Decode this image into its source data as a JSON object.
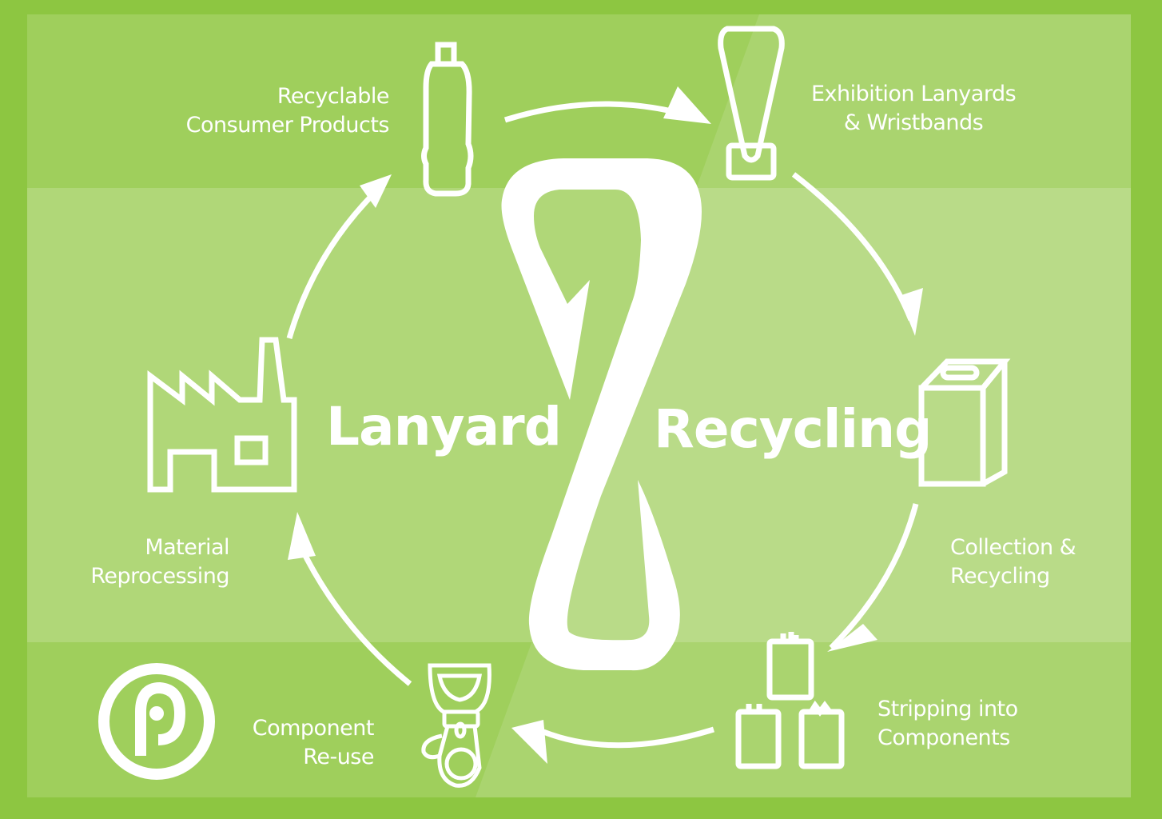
{
  "title": {
    "left": "Lanyard",
    "right": "Recycling"
  },
  "steps": [
    {
      "line1": "Recyclable",
      "line2": "Consumer Products",
      "icon": "bottle-icon"
    },
    {
      "line1": "Exhibition Lanyards",
      "line2": "& Wristbands",
      "icon": "lanyard-icon"
    },
    {
      "line1": "Collection &",
      "line2": "Recycling",
      "icon": "recycling-bin-icon"
    },
    {
      "line1": "Stripping into",
      "line2": "Components",
      "icon": "components-icon"
    },
    {
      "line1": "Component",
      "line2": "Re-use",
      "icon": "lanyard-clip-icon"
    },
    {
      "line1": "Material",
      "line2": "Reprocessing",
      "icon": "factory-icon"
    }
  ],
  "colors": {
    "border": "#8dc641",
    "band_dark": "#9fcf5c",
    "band_light": "#b2d87c",
    "white": "#ffffff"
  }
}
